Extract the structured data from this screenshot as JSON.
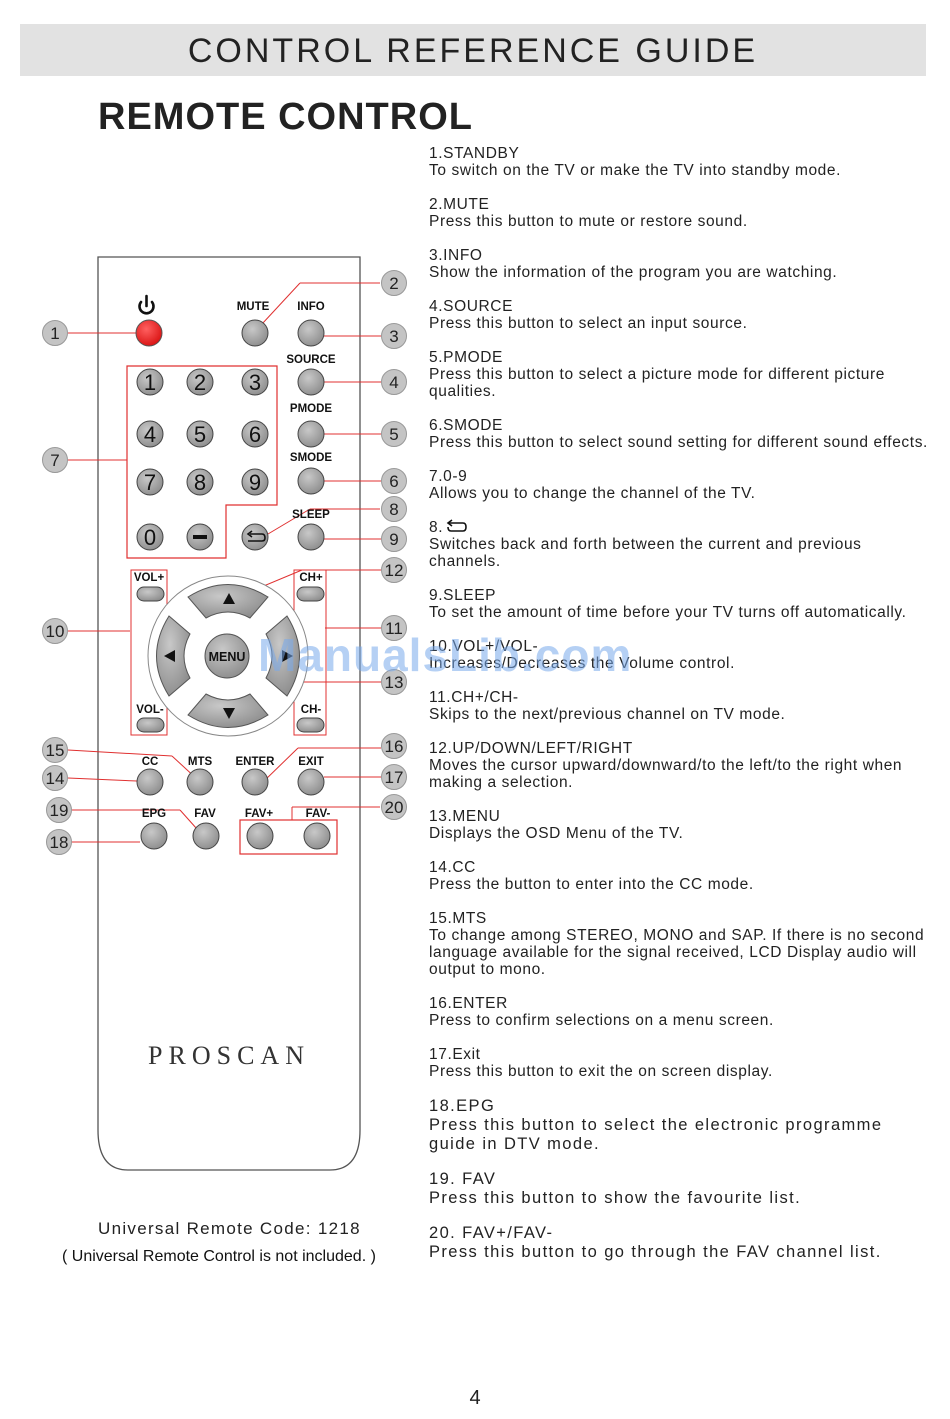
{
  "header": {
    "title": "CONTROL REFERENCE GUIDE"
  },
  "section_title": "REMOTE CONTROL",
  "remote": {
    "brand": "PROSCAN",
    "buttons": {
      "mute": "MUTE",
      "info": "INFO",
      "source": "SOURCE",
      "pmode": "PMODE",
      "smode": "SMODE",
      "sleep": "SLEEP",
      "vol_plus": "VOL+",
      "vol_minus": "VOL-",
      "ch_plus": "CH+",
      "ch_minus": "CH-",
      "menu": "MENU",
      "cc": "CC",
      "mts": "MTS",
      "enter": "ENTER",
      "exit": "EXIT",
      "epg": "EPG",
      "fav": "FAV",
      "fav_plus": "FAV+",
      "fav_minus": "FAV-",
      "digits": [
        "1",
        "2",
        "3",
        "4",
        "5",
        "6",
        "7",
        "8",
        "9",
        "0"
      ]
    },
    "callouts": [
      "1",
      "2",
      "3",
      "4",
      "5",
      "6",
      "7",
      "8",
      "9",
      "10",
      "11",
      "12",
      "13",
      "14",
      "15",
      "16",
      "17",
      "18",
      "19",
      "20"
    ]
  },
  "descriptions": [
    {
      "title": "1.STANDBY",
      "text": "To switch on the TV or make the TV into standby mode."
    },
    {
      "title": "2.MUTE",
      "text": "Press this button to mute or restore sound."
    },
    {
      "title": "3.INFO",
      "text": "Show the information of the program you are watching."
    },
    {
      "title": "4.SOURCE",
      "text": "Press this button to select an input source."
    },
    {
      "title": "5.PMODE",
      "text": "Press this button to select a picture mode for different picture qualities."
    },
    {
      "title": "6.SMODE",
      "text": "Press this button to select sound setting for different sound effects."
    },
    {
      "title": "7.0-9",
      "text": "Allows you to change the channel of the TV."
    },
    {
      "title": "8.",
      "text": "Switches back and forth between the current and previous channels."
    },
    {
      "title": "9.SLEEP",
      "text": "To set the amount of time before your TV turns off automatically."
    },
    {
      "title": "10.VOL+/VOL-",
      "text": "Increases/Decreases the Volume control."
    },
    {
      "title": "11.CH+/CH-",
      "text": "Skips to the next/previous channel on TV mode."
    },
    {
      "title": "12.UP/DOWN/LEFT/RIGHT",
      "text": "Moves the cursor upward/downward/to the left/to the right when making a selection."
    },
    {
      "title": "13.MENU",
      "text": "Displays the OSD Menu of the TV."
    },
    {
      "title": "14.CC",
      "text": "Press the button to enter into the CC mode."
    },
    {
      "title": "15.MTS",
      "text": "To change among STEREO, MONO and SAP. If there is no second language available for the signal received, LCD Display audio will output to mono."
    },
    {
      "title": "16.ENTER",
      "text": "Press to confirm selections on a menu screen."
    },
    {
      "title": "17.Exit",
      "text": "Press this button to exit the on screen display."
    },
    {
      "title": "18.EPG",
      "text": "Press this button to select the electronic programme guide in DTV mode."
    },
    {
      "title": "19. FAV",
      "text": "Press this button to show the favourite list."
    },
    {
      "title": "20. FAV+/FAV-",
      "text": "Press this button to go through the FAV channel list."
    }
  ],
  "remote_code": "Universal Remote Code: 1218",
  "remote_note": "( Universal Remote Control is not included. )",
  "page_number": "4",
  "watermark": "ManualsLib.com",
  "colors": {
    "header_bg": "#e2e2e2",
    "button_gray": "#9a9a9a",
    "power_red": "#e02020",
    "callout_line": "#e03030"
  }
}
